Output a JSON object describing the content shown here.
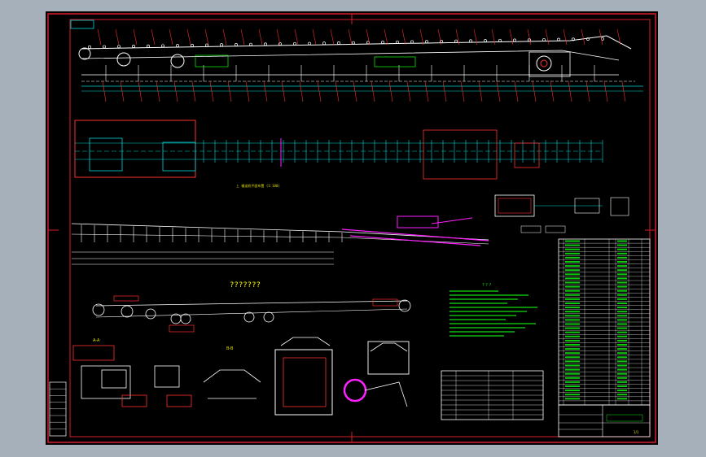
{
  "drawing": {
    "top_view_caption": "上 输送机平面布置 (1:100)",
    "profile_title": "???????",
    "section_label_left": "A-A",
    "section_label_mid": "B-B",
    "notes_title": "? ? ?",
    "sheet_no": "1/1"
  },
  "colors": {
    "background": "#000000",
    "paper": "#a6b0ba",
    "frame": "#d81e2e",
    "structure": "#ffffff",
    "dimension": "#00d8d8",
    "callout": "#ff3030",
    "green_text": "#10e010",
    "magenta": "#ff20ff",
    "yellow": "#e0e000"
  }
}
